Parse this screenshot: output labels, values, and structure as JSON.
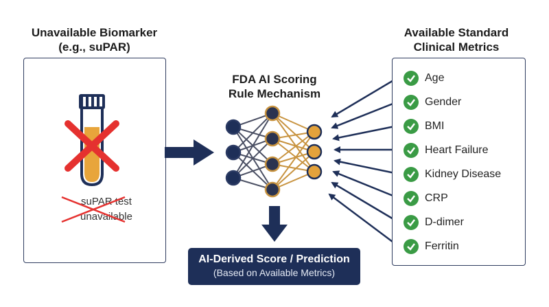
{
  "left": {
    "title_line1": "Unavailable Biomarker",
    "title_line2": "(e.g., suPAR)",
    "unavailable_line1": "suPAR test",
    "unavailable_line2": "unavailable"
  },
  "center": {
    "title_line1": "FDA AI Scoring",
    "title_line2": "Rule Mechanism"
  },
  "right": {
    "title_line1": "Available Standard",
    "title_line2": "Clinical Metrics",
    "metrics": [
      "Age",
      "Gender",
      "BMI",
      "Heart Failure",
      "Kidney Disease",
      "CRP",
      "D-dimer",
      "Ferritin"
    ]
  },
  "output": {
    "title": "AI-Derived Score / Prediction",
    "subtitle": "(Based on Available Metrics)"
  },
  "colors": {
    "navy": "#1e2f58",
    "check_green": "#3a9b45",
    "cross_red": "#e5312f",
    "vial_orange": "#e8a53b",
    "node_orange": "#e3a23c"
  }
}
